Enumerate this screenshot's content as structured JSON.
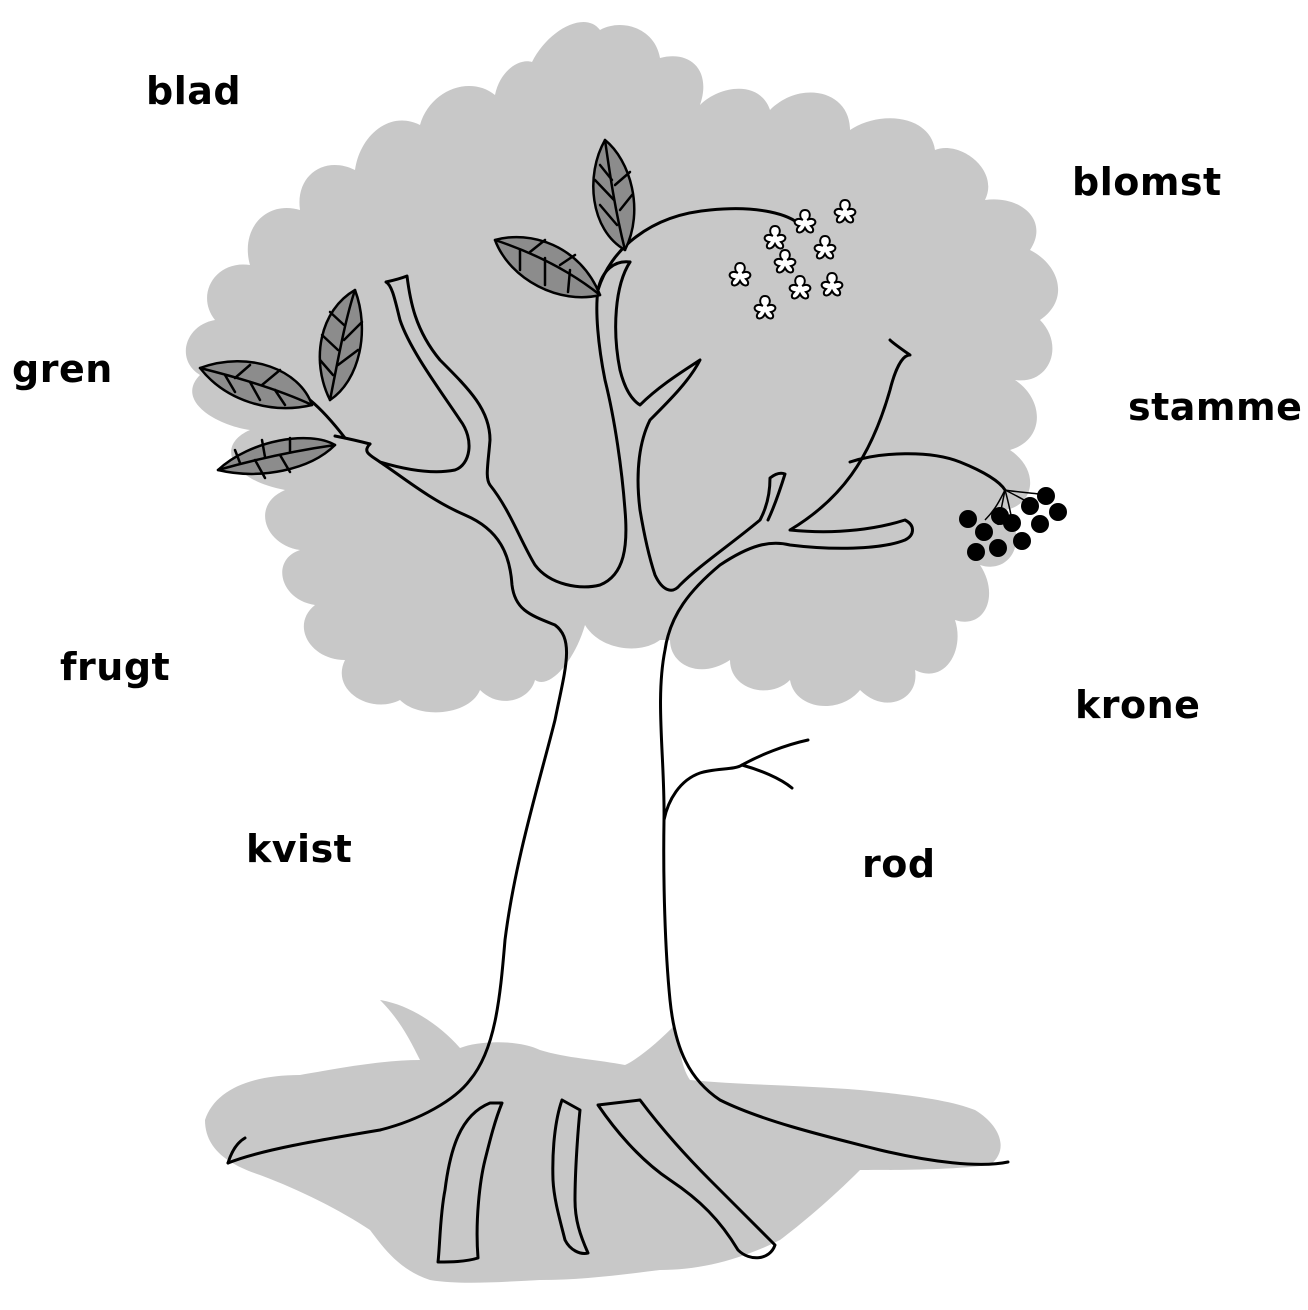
{
  "labels": {
    "blad": "blad",
    "blomst": "blomst",
    "gren": "gren",
    "stamme": "stamme",
    "frugt": "frugt",
    "krone": "krone",
    "kvist": "kvist",
    "rod": "rod"
  },
  "colors": {
    "crown_shadow": "#c8c8c8",
    "leaf_fill": "#8c8c8c",
    "outline": "#000000",
    "flower_fill": "#ffffff",
    "berry_fill": "#000000",
    "background": "#ffffff"
  }
}
